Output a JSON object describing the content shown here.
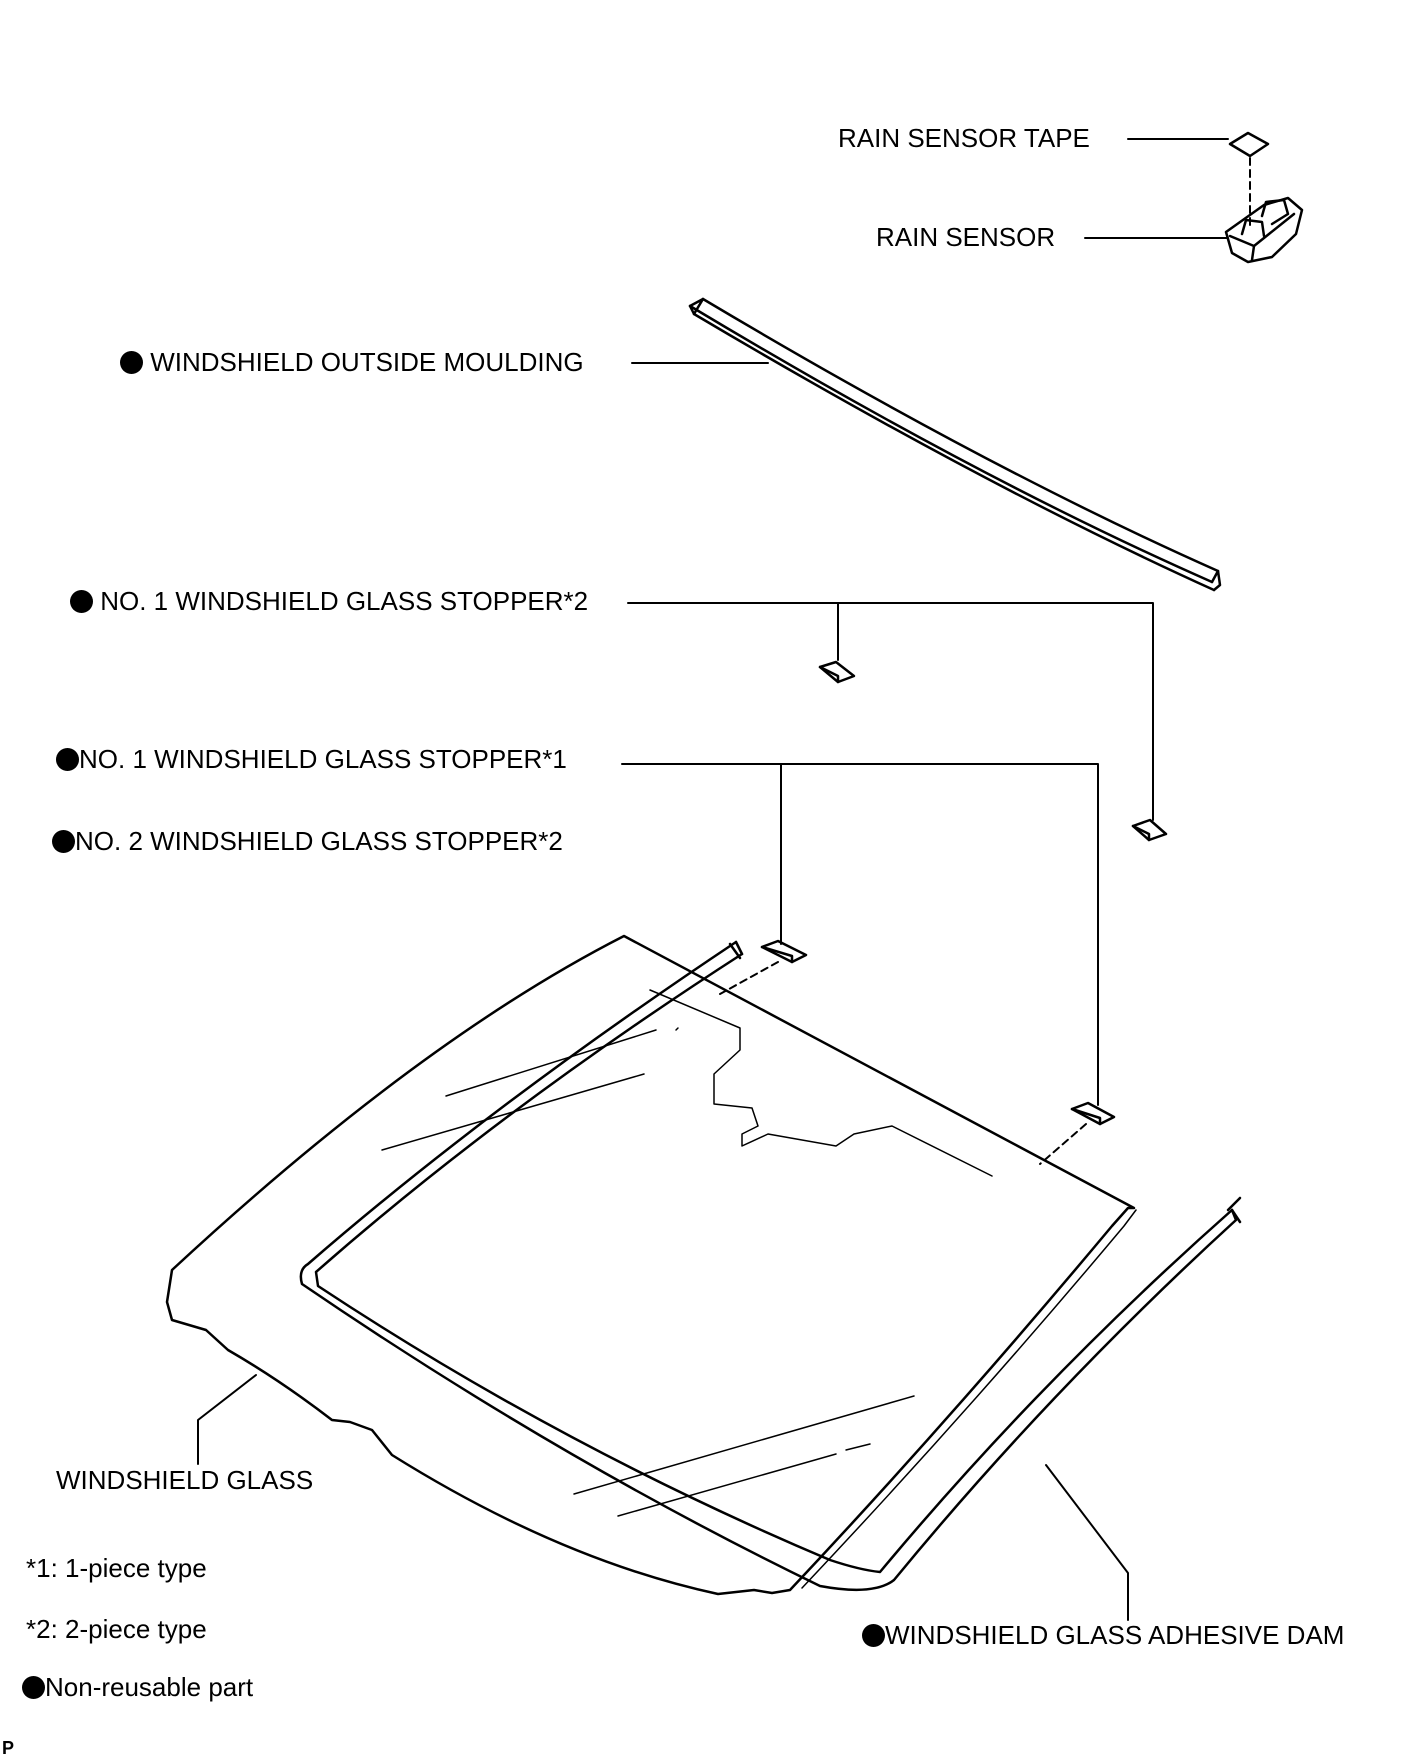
{
  "labels": {
    "rain_sensor_tape": "RAIN SENSOR TAPE",
    "rain_sensor": "RAIN SENSOR",
    "outside_moulding": "WINDSHIELD OUTSIDE MOULDING",
    "stopper_no1_2piece": "NO. 1 WINDSHIELD GLASS STOPPER*2",
    "stopper_no1_1piece": "NO. 1 WINDSHIELD GLASS STOPPER*1",
    "stopper_no2_2piece": "NO. 2 WINDSHIELD GLASS STOPPER*2",
    "windshield_glass": "WINDSHIELD GLASS",
    "adhesive_dam": "WINDSHIELD GLASS ADHESIVE DAM"
  },
  "legend": {
    "note1": "*1: 1-piece type",
    "note2": "*2: 2-piece type",
    "non_reusable": "Non-reusable part"
  },
  "corner_code": "P",
  "colors": {
    "line": "#000000",
    "background": "#ffffff"
  },
  "icons": {
    "non_reusable_marker": "filled-circle"
  }
}
